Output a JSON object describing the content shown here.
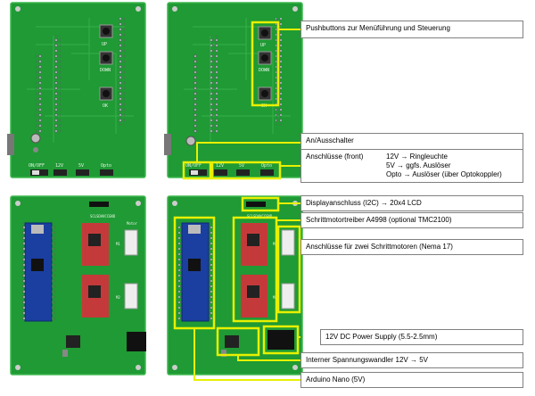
{
  "colors": {
    "pcb_green": "#1f9a34",
    "pcb_edge": "#3fb84f",
    "highlight": "#e8f000",
    "callout_border": "#808080"
  },
  "board_tl": {
    "silk": {
      "onoff": "ON/OFF",
      "v12": "12V",
      "v5": "5V",
      "opto": "Opto",
      "up": "UP",
      "down": "DOWN",
      "ok": "OK"
    }
  },
  "board_tr": {
    "silk": {
      "onoff": "ON/OFF",
      "v12": "12V",
      "v5": "5V",
      "opto": "Opto",
      "up": "UP",
      "down": "DOWN",
      "ok": "OK"
    }
  },
  "board_bl": {
    "silk": {
      "scl": "SCL",
      "sda": "SDA",
      "vcc": "VCC",
      "gnd": "GND",
      "motor_label": "Motor",
      "m1": "M1",
      "m2": "M2"
    }
  },
  "board_br": {
    "silk": {
      "scl": "SCL",
      "sda": "SDA",
      "vcc": "VCC",
      "gnd": "GND",
      "m1": "M1",
      "m2": "M2"
    }
  },
  "callouts": {
    "pushbuttons": "Pushbuttons zur Menüführung und Steuerung",
    "anaus": "An/Ausschalter",
    "anschluesse_title": "Anschlüsse (front)",
    "anschluesse_12v_k": "12V → Ringleuchte",
    "anschluesse_5v_k": "5V → ggfs. Auslöser",
    "anschluesse_opto_k": "Opto → Auslöser (über Optokoppler)",
    "display": "Displayanschluss (I2C) → 20x4 LCD",
    "driver": "Schrittmotortreiber A4998 (optional TMC2100)",
    "motors": "Anschlüsse für zwei Schrittmotoren (Nema 17)",
    "power": "12V DC Power Supply (5.5-2.5mm)",
    "regulator": "Interner Spannungswandler 12V → 5V",
    "arduino": "Arduino Nano (5V)"
  }
}
